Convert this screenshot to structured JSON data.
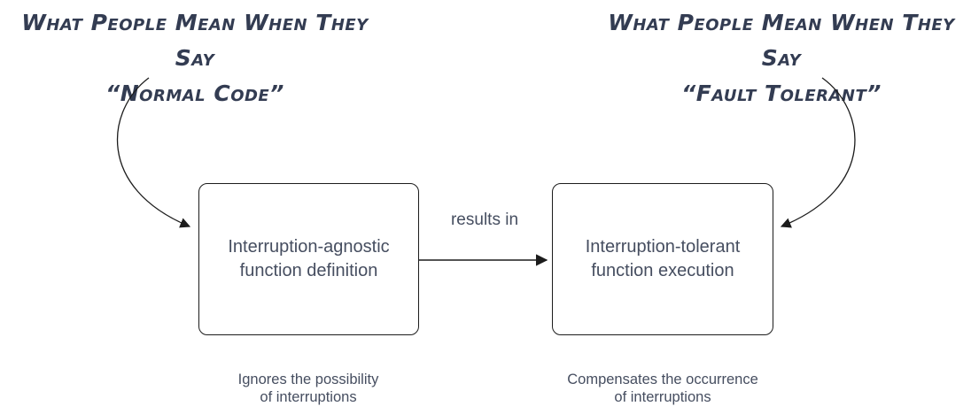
{
  "colors": {
    "ink": "#333c52",
    "body_text": "#464e60",
    "line": "#1c1c1c",
    "page_bg": "#ffffff"
  },
  "annotations": {
    "left": {
      "line1": "What People Mean When They Say",
      "line2": "“Normal Code”"
    },
    "right": {
      "line1": "What People Mean When They Say",
      "line2": "“Fault Tolerant”"
    }
  },
  "diagram": {
    "left_box": {
      "line1": "Interruption-agnostic",
      "line2": "function definition"
    },
    "right_box": {
      "line1": "Interruption-tolerant",
      "line2": "function execution"
    },
    "arrow_label": "results in"
  },
  "captions": {
    "left": {
      "line1": "Ignores the possibility",
      "line2": "of interruptions"
    },
    "right": {
      "line1": "Compensates the occurrence",
      "line2": "of interruptions"
    }
  }
}
